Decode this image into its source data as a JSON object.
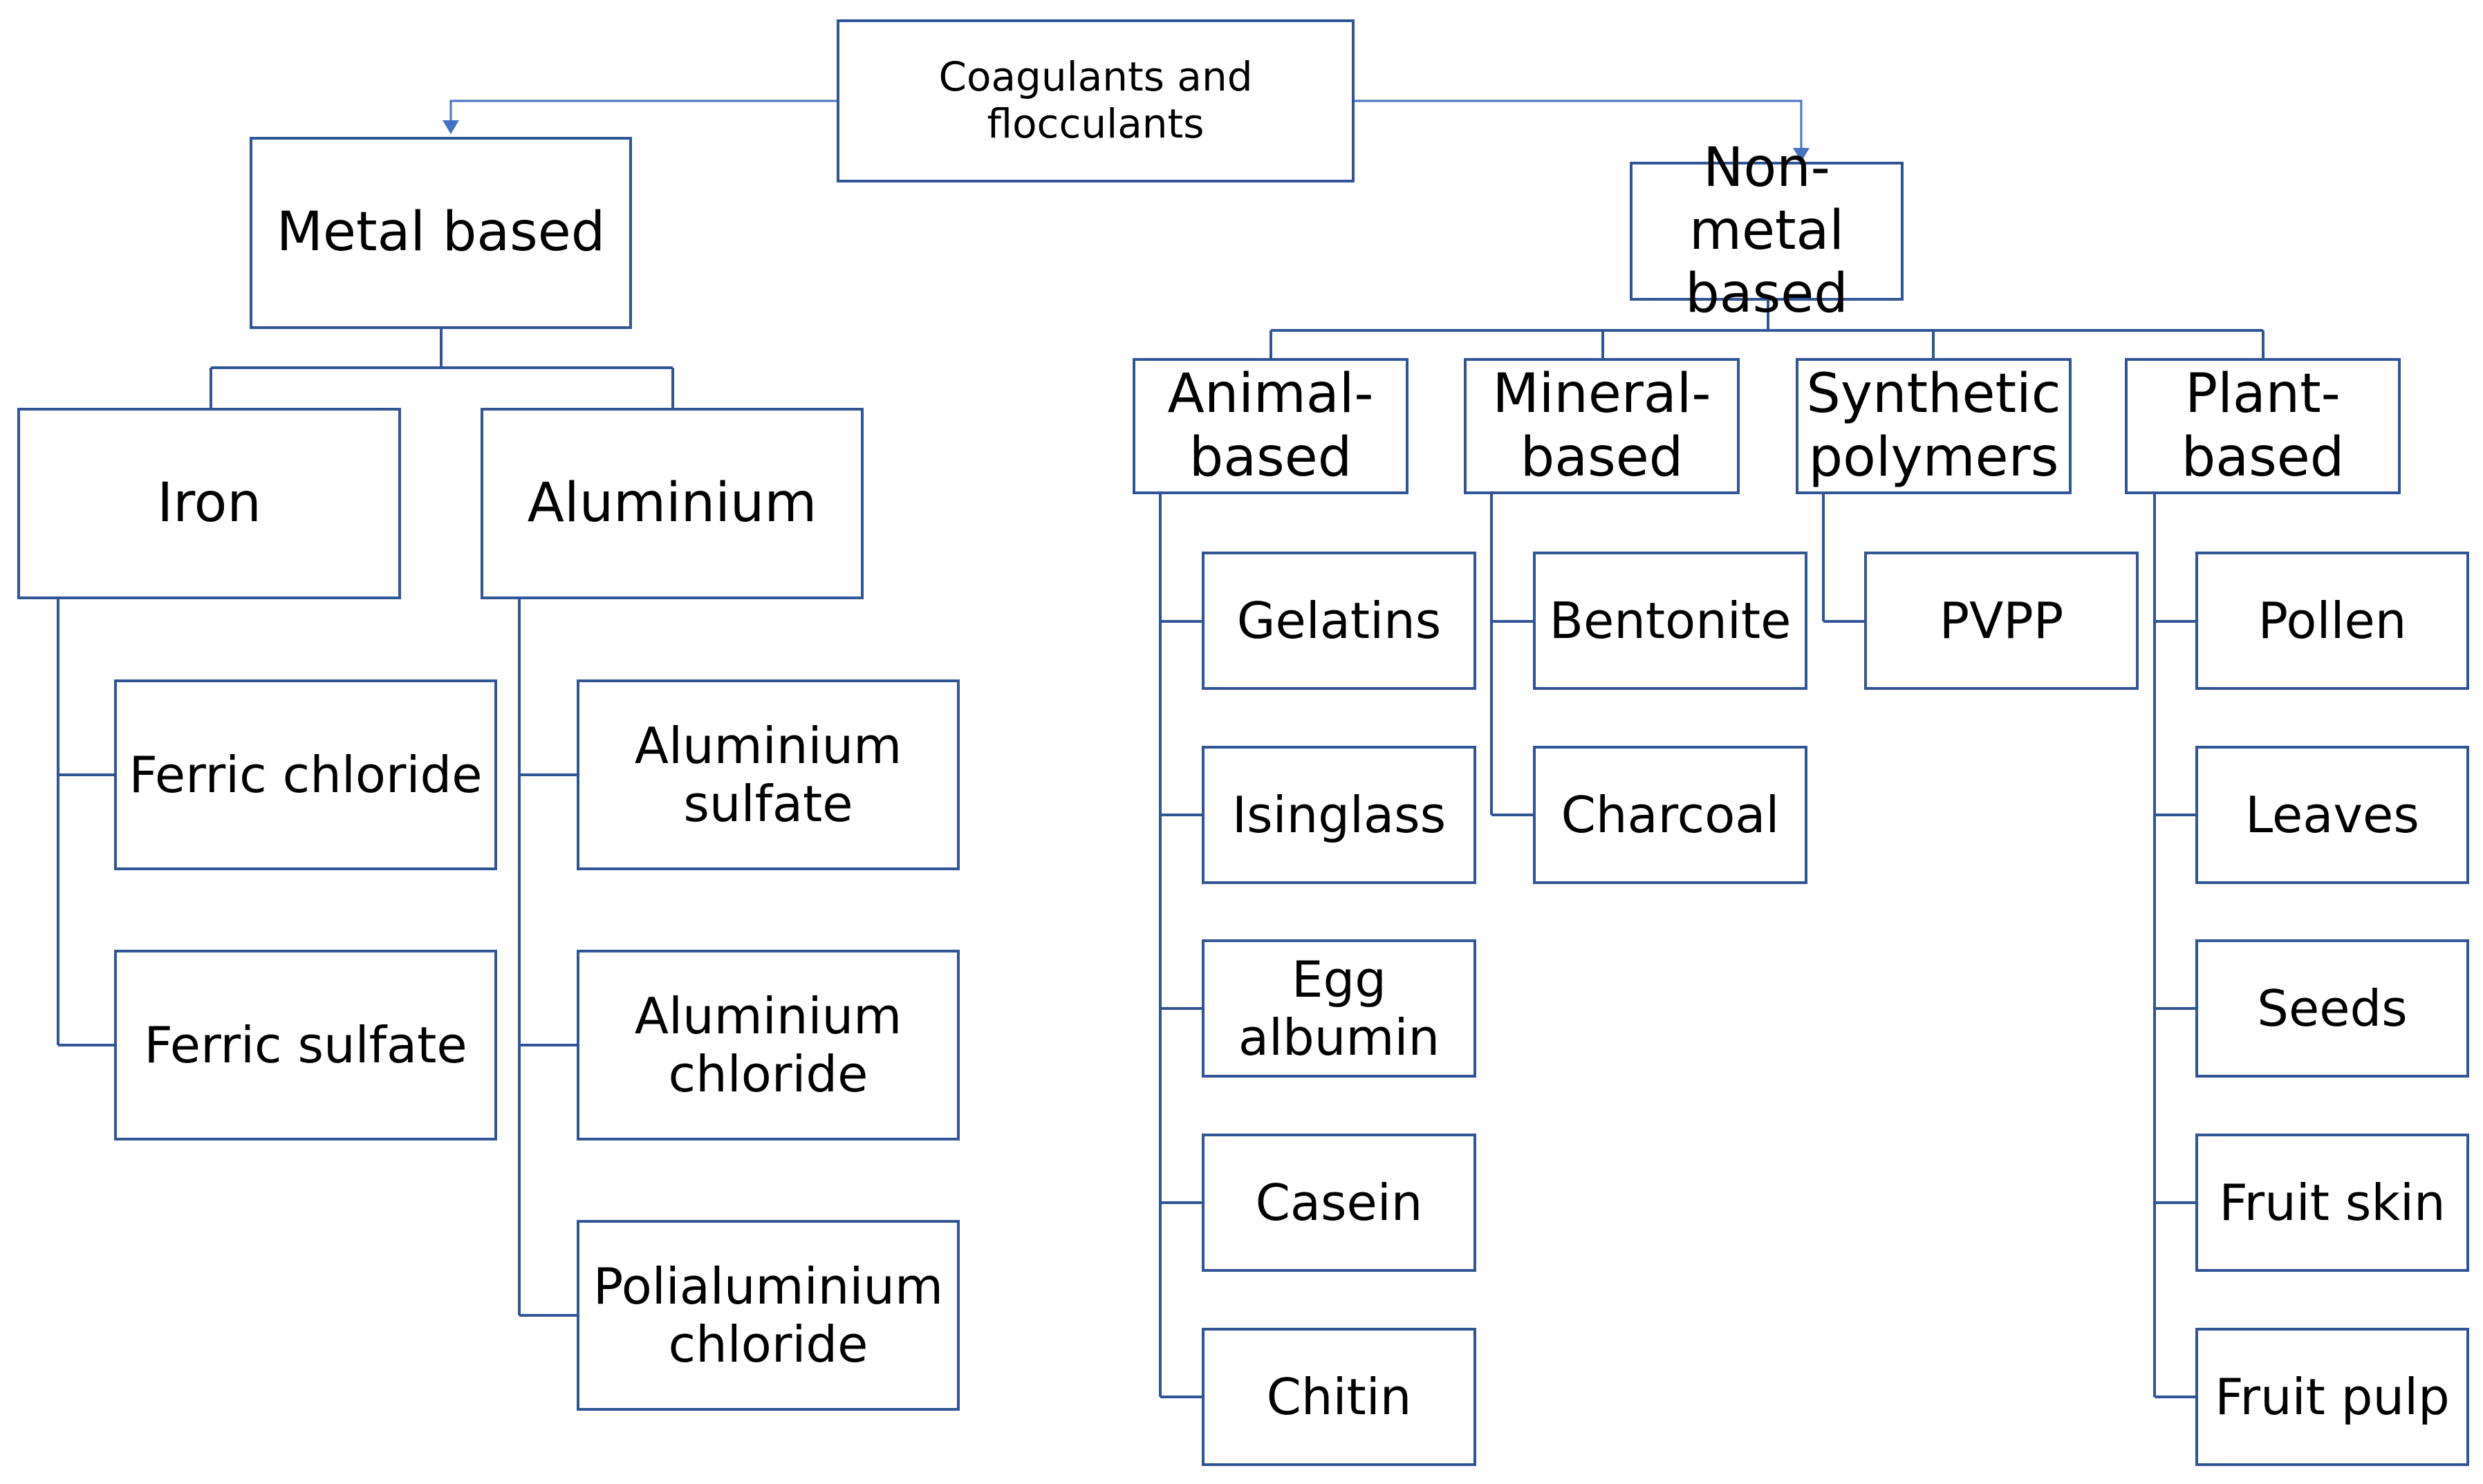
{
  "colors": {
    "border": "#2f5597",
    "connector": "#2f5597",
    "arrow": "#4472c4",
    "background": "#ffffff"
  },
  "root": {
    "label": "Coagulants and\nflocculants"
  },
  "metal": {
    "label": "Metal based",
    "iron": {
      "label": "Iron",
      "items": [
        "Ferric chloride",
        "Ferric sulfate"
      ]
    },
    "aluminium": {
      "label": "Aluminium",
      "items": [
        "Aluminium\nsulfate",
        "Aluminium\nchloride",
        "Polialuminium\nchloride"
      ]
    }
  },
  "nonmetal": {
    "label": "Non-metal\nbased",
    "animal": {
      "label": "Animal-\nbased",
      "items": [
        "Gelatins",
        "Isinglass",
        "Egg\nalbumin",
        "Casein",
        "Chitin"
      ]
    },
    "mineral": {
      "label": "Mineral-\nbased",
      "items": [
        "Bentonite",
        "Charcoal"
      ]
    },
    "synthetic": {
      "label": "Synthetic\npolymers",
      "items": [
        "PVPP"
      ]
    },
    "plant": {
      "label": "Plant-\nbased",
      "items": [
        "Pollen",
        "Leaves",
        "Seeds",
        "Fruit skin",
        "Fruit pulp"
      ]
    }
  }
}
